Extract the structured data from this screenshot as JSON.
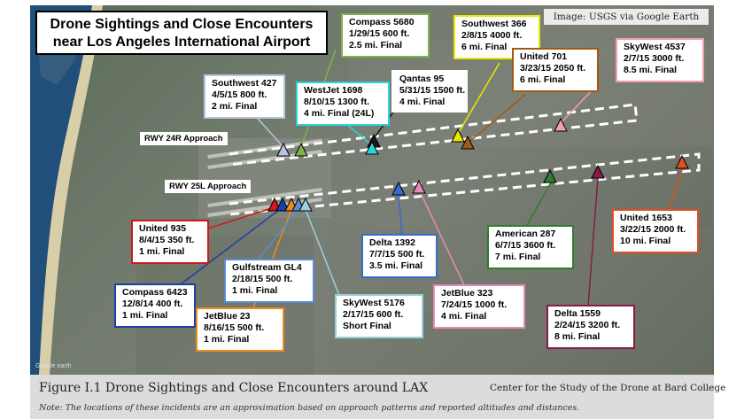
{
  "title": {
    "line1": "Drone Sightings and Close Encounters",
    "line2": "near Los Angeles International Airport"
  },
  "image_credit": "Image: USGS via Google Earth",
  "map_attribution": "Google earth",
  "runway_labels": {
    "rwy24r": "RWY 24R Approach",
    "rwy25l": "RWY 25L Approach"
  },
  "caption": "Figure I.1 Drone Sightings and Close Encounters around LAX",
  "credit": "Center for the Study of the Drone at Bard College",
  "note": "Note: The locations of these incidents are an approximation based on approach patterns and reported altitudes and distances.",
  "incidents": [
    {
      "id": "compass5680",
      "flight": "Compass 5680",
      "date_alt": "1/29/15 600 ft.",
      "distance": "2.5 mi. Final",
      "color": "#7fb24a"
    },
    {
      "id": "southwest366",
      "flight": "Southwest 366",
      "date_alt": "2/8/15 4000 ft.",
      "distance": "6 mi. Final",
      "color": "#e8e800"
    },
    {
      "id": "skywest4537",
      "flight": "SkyWest 4537",
      "date_alt": "2/7/15 3000 ft.",
      "distance": "8.5 mi. Final",
      "color": "#f0a0a8"
    },
    {
      "id": "united701",
      "flight": "United 701",
      "date_alt": "3/23/15 2050 ft.",
      "distance": "6 mi. Final",
      "color": "#a05a14"
    },
    {
      "id": "southwest427",
      "flight": "Southwest 427",
      "date_alt": "4/5/15 800 ft.",
      "distance": "2 mi. Final",
      "color": "#b8c4e0"
    },
    {
      "id": "westjet1698",
      "flight": "WestJet 1698",
      "date_alt": "8/10/15 1300 ft.",
      "distance": "4 mi. Final (24L)",
      "color": "#2ad4dc"
    },
    {
      "id": "qantas95",
      "flight": "Qantas 95",
      "date_alt": "5/31/15 1500 ft.",
      "distance": "4 mi. Final",
      "color": "#1a1a1a"
    },
    {
      "id": "united935",
      "flight": "United 935",
      "date_alt": "8/4/15 350 ft.",
      "distance": "1 mi. Final",
      "color": "#d01818"
    },
    {
      "id": "compass6423",
      "flight": "Compass 6423",
      "date_alt": "12/8/14 400 ft.",
      "distance": "1 mi. Final",
      "color": "#1a3fa8"
    },
    {
      "id": "jetblue23",
      "flight": "JetBlue 23",
      "date_alt": "8/16/15 500 ft.",
      "distance": "1 mi. Final",
      "color": "#f08a1c"
    },
    {
      "id": "gulfstreamgl4",
      "flight": "Gulfstream GL4",
      "date_alt": "2/18/15 500 ft.",
      "distance": "1 mi. Final",
      "color": "#5a8ad4"
    },
    {
      "id": "skywest5176",
      "flight": "SkyWest 5176",
      "date_alt": "2/17/15 600 ft.",
      "distance": "Short Final",
      "color": "#9ad0dc"
    },
    {
      "id": "delta1392",
      "flight": "Delta 1392",
      "date_alt": "7/7/15 500 ft.",
      "distance": "3.5 mi. Final",
      "color": "#3a6ad0"
    },
    {
      "id": "jetblue323",
      "flight": "JetBlue 323",
      "date_alt": "7/24/15 1000 ft.",
      "distance": "4 mi. Final",
      "color": "#e88ab4"
    },
    {
      "id": "american287",
      "flight": "American 287",
      "date_alt": "6/7/15 3600 ft.",
      "distance": "7 mi. Final",
      "color": "#2e7d32"
    },
    {
      "id": "delta1559",
      "flight": "Delta 1559",
      "date_alt": "2/24/15 3200 ft.",
      "distance": "8 mi. Final",
      "color": "#8a1a4a"
    },
    {
      "id": "united1653",
      "flight": "United 1653",
      "date_alt": "3/22/15 2000 ft.",
      "distance": "10 mi. Final",
      "color": "#e05020"
    }
  ]
}
